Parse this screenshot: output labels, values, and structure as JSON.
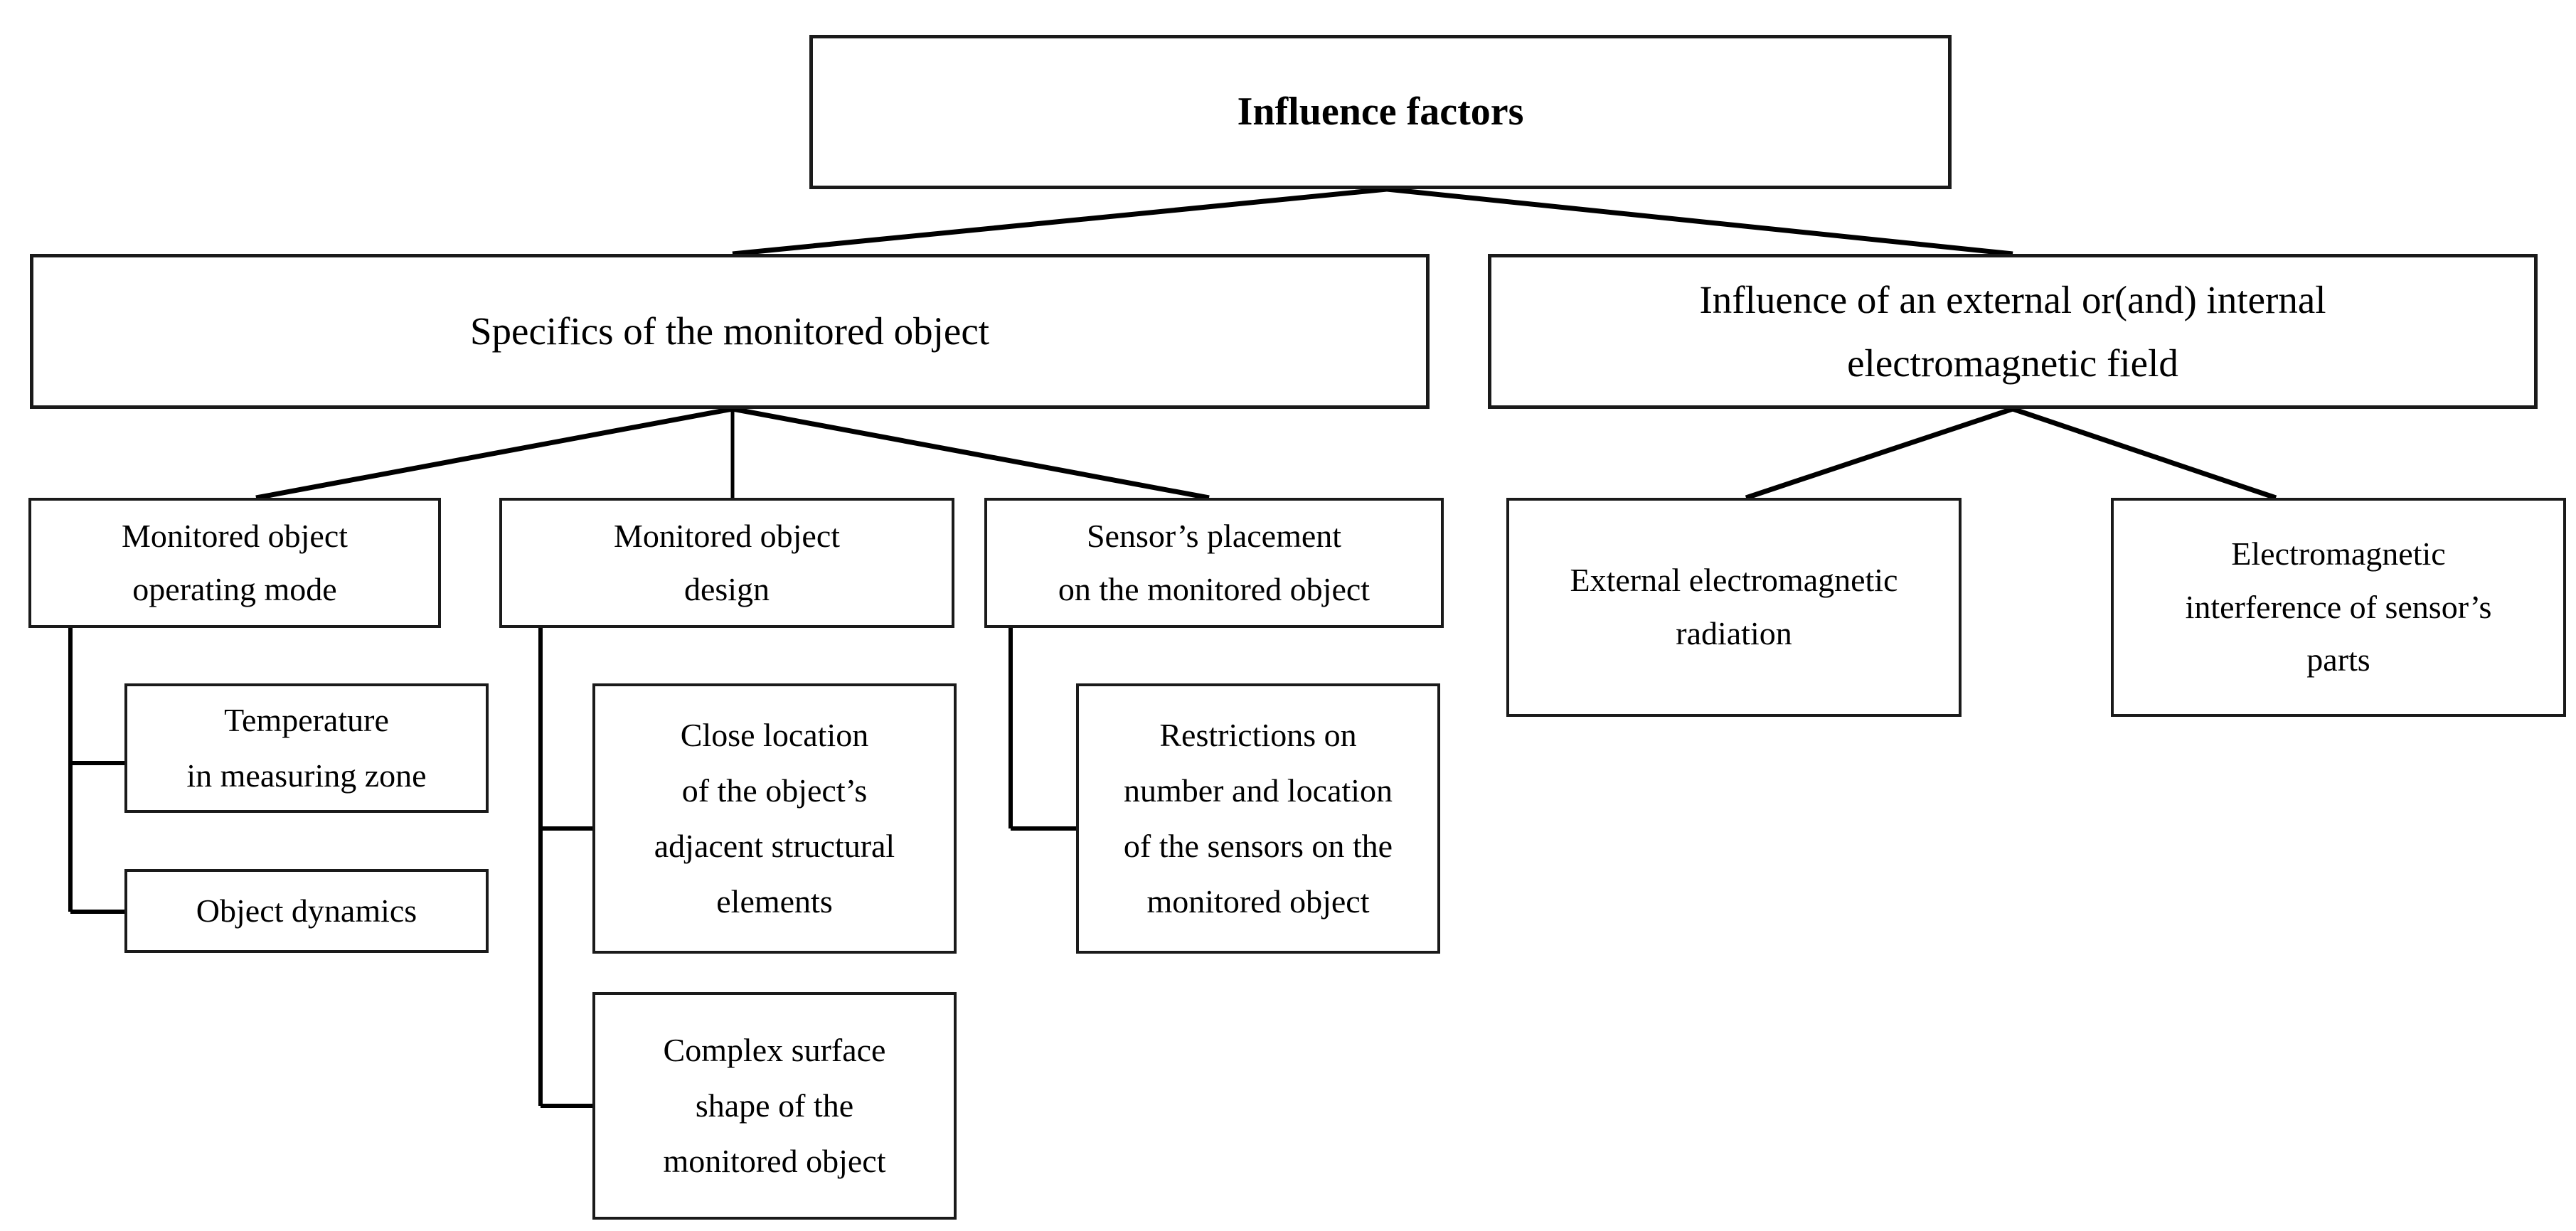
{
  "diagram": {
    "type": "tree",
    "title": "Influence factors",
    "orientation": "top-down",
    "colors": {
      "box_border": "#1a1a1a",
      "box_fill": "#ffffff",
      "edge": "#000000",
      "text": "#000000",
      "background": "#ffffff"
    },
    "root": {
      "label": "Influence factors"
    },
    "branches": [
      {
        "label": "Specifics of the monitored object",
        "children": [
          {
            "label": "Monitored object\noperating mode",
            "children": [
              {
                "label": "Temperature\nin measuring zone"
              },
              {
                "label": "Object dynamics"
              }
            ]
          },
          {
            "label": "Monitored object\ndesign",
            "children": [
              {
                "label": "Close location\nof the object’s\nadjacent structural\nelements"
              },
              {
                "label": "Complex surface\nshape of the\nmonitored object"
              }
            ]
          },
          {
            "label": "Sensor’s placement\non the monitored object",
            "children": [
              {
                "label": "Restrictions on\nnumber and location\nof the sensors on the\nmonitored object"
              }
            ]
          }
        ]
      },
      {
        "label": "Influence of an external or(and) internal\nelectromagnetic field",
        "children": [
          {
            "label": "External electromagnetic\nradiation",
            "children": []
          },
          {
            "label": "Electromagnetic\ninterference of sensor’s\nparts",
            "children": []
          }
        ]
      }
    ]
  }
}
